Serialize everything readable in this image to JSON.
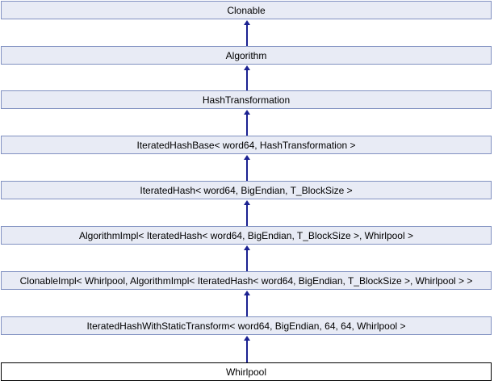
{
  "diagram": {
    "kind": "class-inheritance-diagram",
    "nodes": [
      {
        "label": "Clonable",
        "current": false
      },
      {
        "label": "Algorithm",
        "current": false
      },
      {
        "label": "HashTransformation",
        "current": false
      },
      {
        "label": "IteratedHashBase< word64, HashTransformation >",
        "current": false
      },
      {
        "label": "IteratedHash< word64, BigEndian, T_BlockSize >",
        "current": false
      },
      {
        "label": "AlgorithmImpl< IteratedHash< word64, BigEndian, T_BlockSize >, Whirlpool >",
        "current": false
      },
      {
        "label": "ClonableImpl< Whirlpool, AlgorithmImpl< IteratedHash< word64, BigEndian, T_BlockSize >, Whirlpool > >",
        "current": false
      },
      {
        "label": "IteratedHashWithStaticTransform< word64, BigEndian, 64, 64, Whirlpool >",
        "current": false
      },
      {
        "label": "Whirlpool",
        "current": true
      }
    ],
    "colors": {
      "node_fill": "#e8ebf5",
      "node_border": "#8191c1",
      "current_fill": "#ffffff",
      "current_border": "#000000",
      "arrow": "#1b2191",
      "text": "#000000"
    }
  }
}
